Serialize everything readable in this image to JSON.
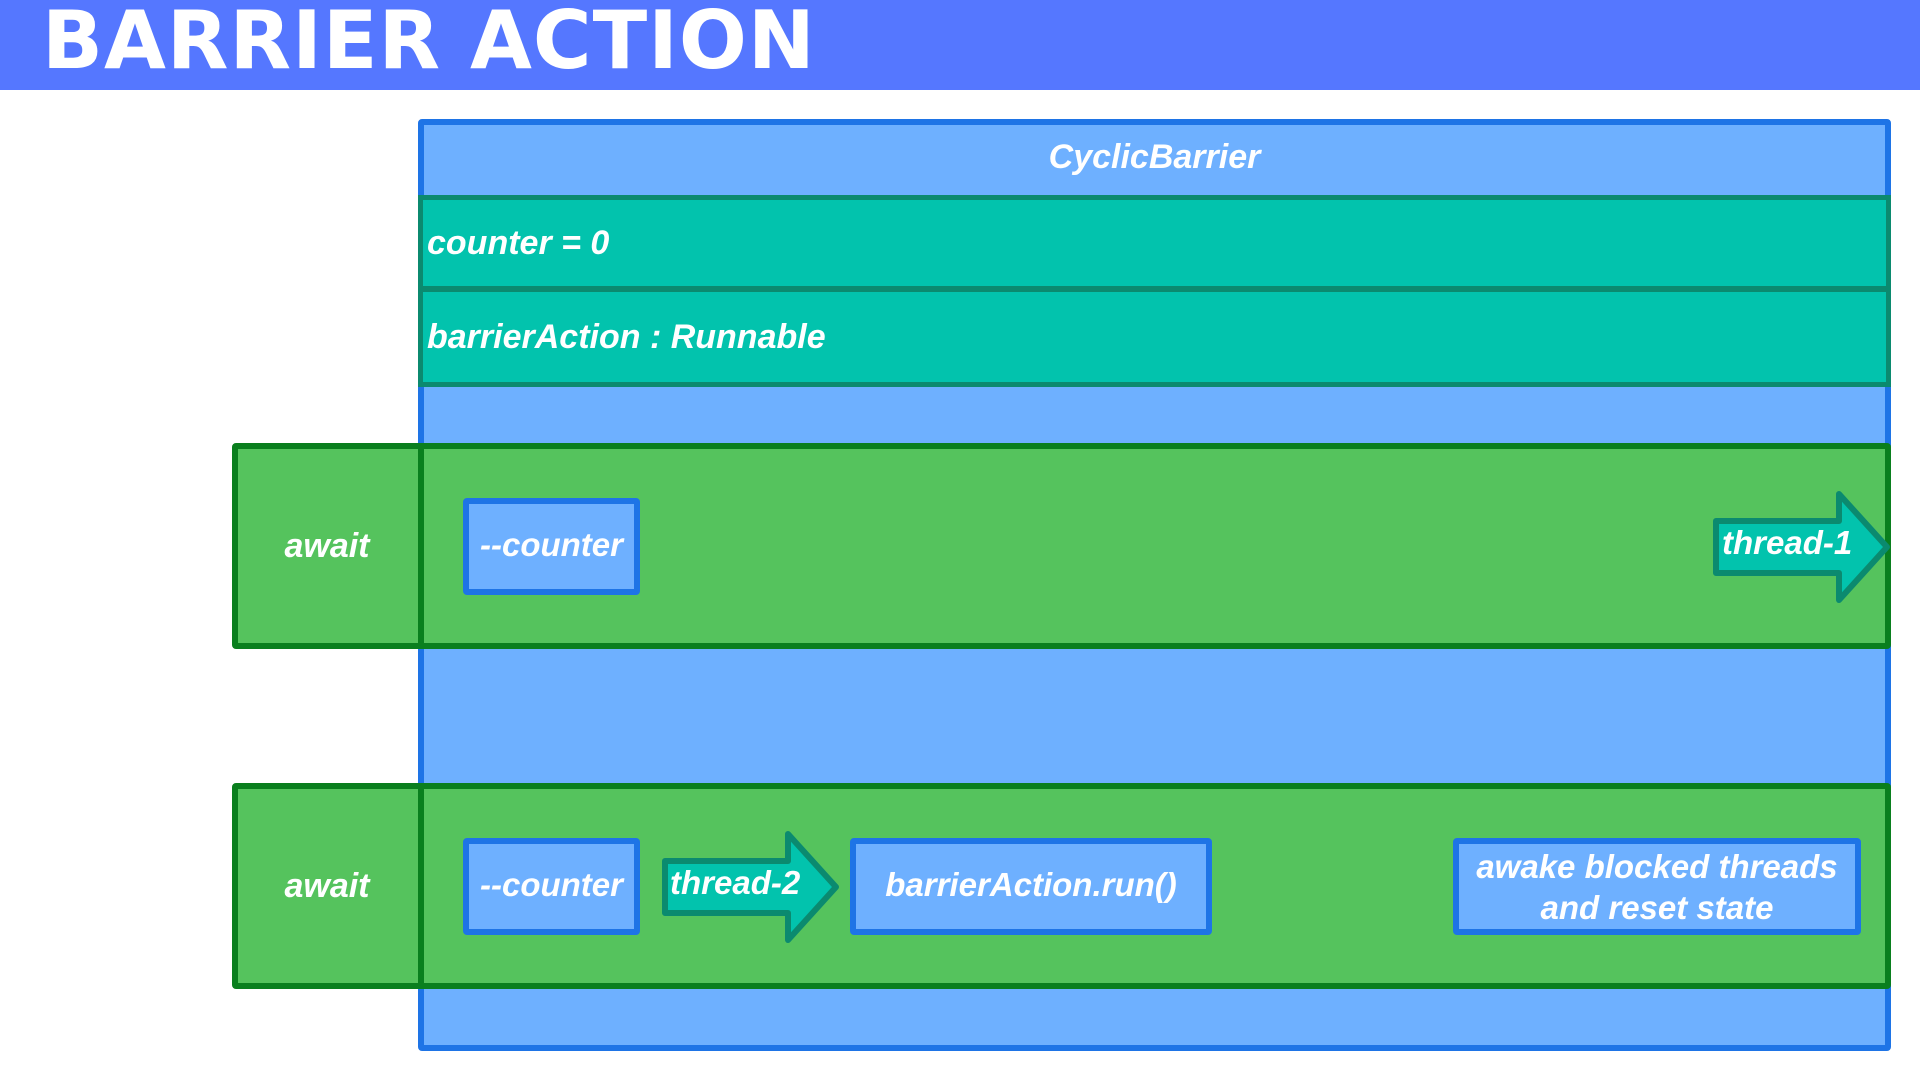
{
  "header": {
    "title": "BARRIER ACTION"
  },
  "barrier": {
    "name": "CyclicBarrier",
    "fields": {
      "counter": "counter = 0",
      "action": "barrierAction : Runnable"
    }
  },
  "lanes": [
    {
      "method": "await",
      "steps": {
        "decrement": "--counter"
      },
      "thread": "thread-1"
    },
    {
      "method": "await",
      "steps": {
        "decrement": "--counter",
        "run": "barrierAction.run()",
        "awake": "awake blocked threads\nand reset state"
      },
      "thread": "thread-2"
    }
  ],
  "colors": {
    "header_bg": "#5577ff",
    "barrier_fill": "#6eb0ff",
    "barrier_border": "#1e74e6",
    "field_fill": "#02c3ad",
    "field_border": "#0b8a6f",
    "lane_fill": "#55c35d",
    "lane_border": "#0a7f1e",
    "arrow_fill": "#02c3ad",
    "arrow_border": "#0b8a6f"
  }
}
